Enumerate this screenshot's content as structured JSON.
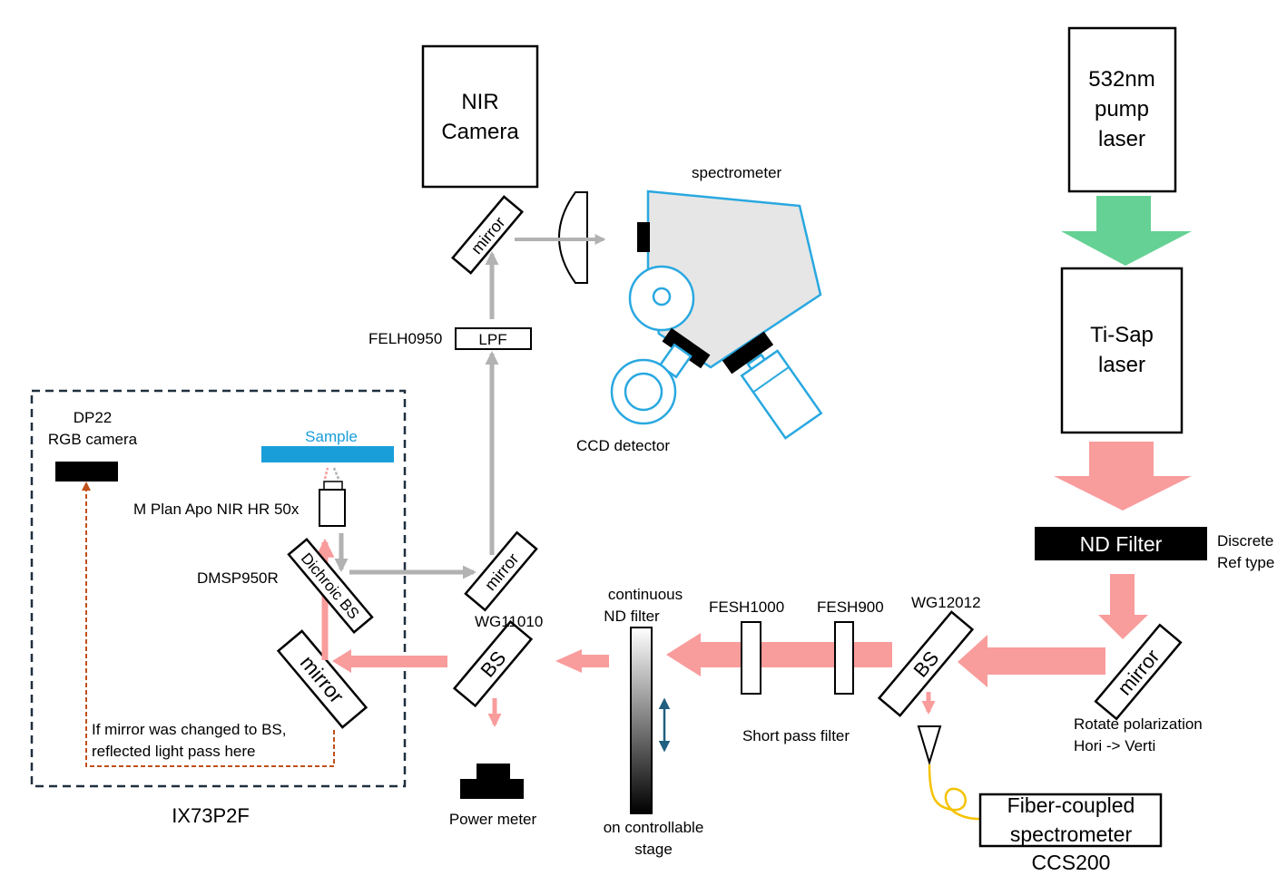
{
  "labels": {
    "nir_camera": [
      "NIR",
      "Camera"
    ],
    "pump_laser": [
      "532nm",
      "pump",
      "laser"
    ],
    "tisap_laser": [
      "Ti-Sap",
      "laser"
    ],
    "nd_filter": "ND Filter",
    "nd_filter_note": [
      "Discrete",
      "Ref type"
    ],
    "spectrometer": "spectrometer",
    "ccd_detector": "CCD detector",
    "felh": "FELH0950",
    "lpf": "LPF",
    "mirror": "mirror",
    "dp22": [
      "DP22",
      "RGB camera"
    ],
    "sample": "Sample",
    "objective": "M Plan Apo NIR HR 50x",
    "dmsp": "DMSP950R",
    "dichroic": "Dichroic BS",
    "bs": "BS",
    "wg11010": "WG11010",
    "wg12012": "WG12012",
    "cont_nd": [
      "continuous",
      "ND filter"
    ],
    "stage": [
      "on controllable",
      "stage"
    ],
    "fesh1000": "FESH1000",
    "fesh900": "FESH900",
    "short_pass": "Short pass filter",
    "rotate": [
      "Rotate polarization",
      "Hori -> Verti"
    ],
    "fiber_spec": [
      "Fiber-coupled",
      "spectrometer"
    ],
    "ccs200": "CCS200",
    "power_meter": "Power meter",
    "ix73": "IX73P2F",
    "mirror_note": [
      "If mirror was changed to BS,",
      "reflected light pass here"
    ]
  },
  "colors": {
    "pump_beam": "#66d194",
    "nir_beam": "#f99c9c",
    "signal_beam": "#b2b2b2",
    "spectrometer_outline": "#29a8e0",
    "spectrometer_fill": "#e6e6e6",
    "sample": "#1a9ed9",
    "dashed_path": "#c0501a",
    "fiber": "#f5c200",
    "stage_arrow": "#1f5f7f"
  }
}
